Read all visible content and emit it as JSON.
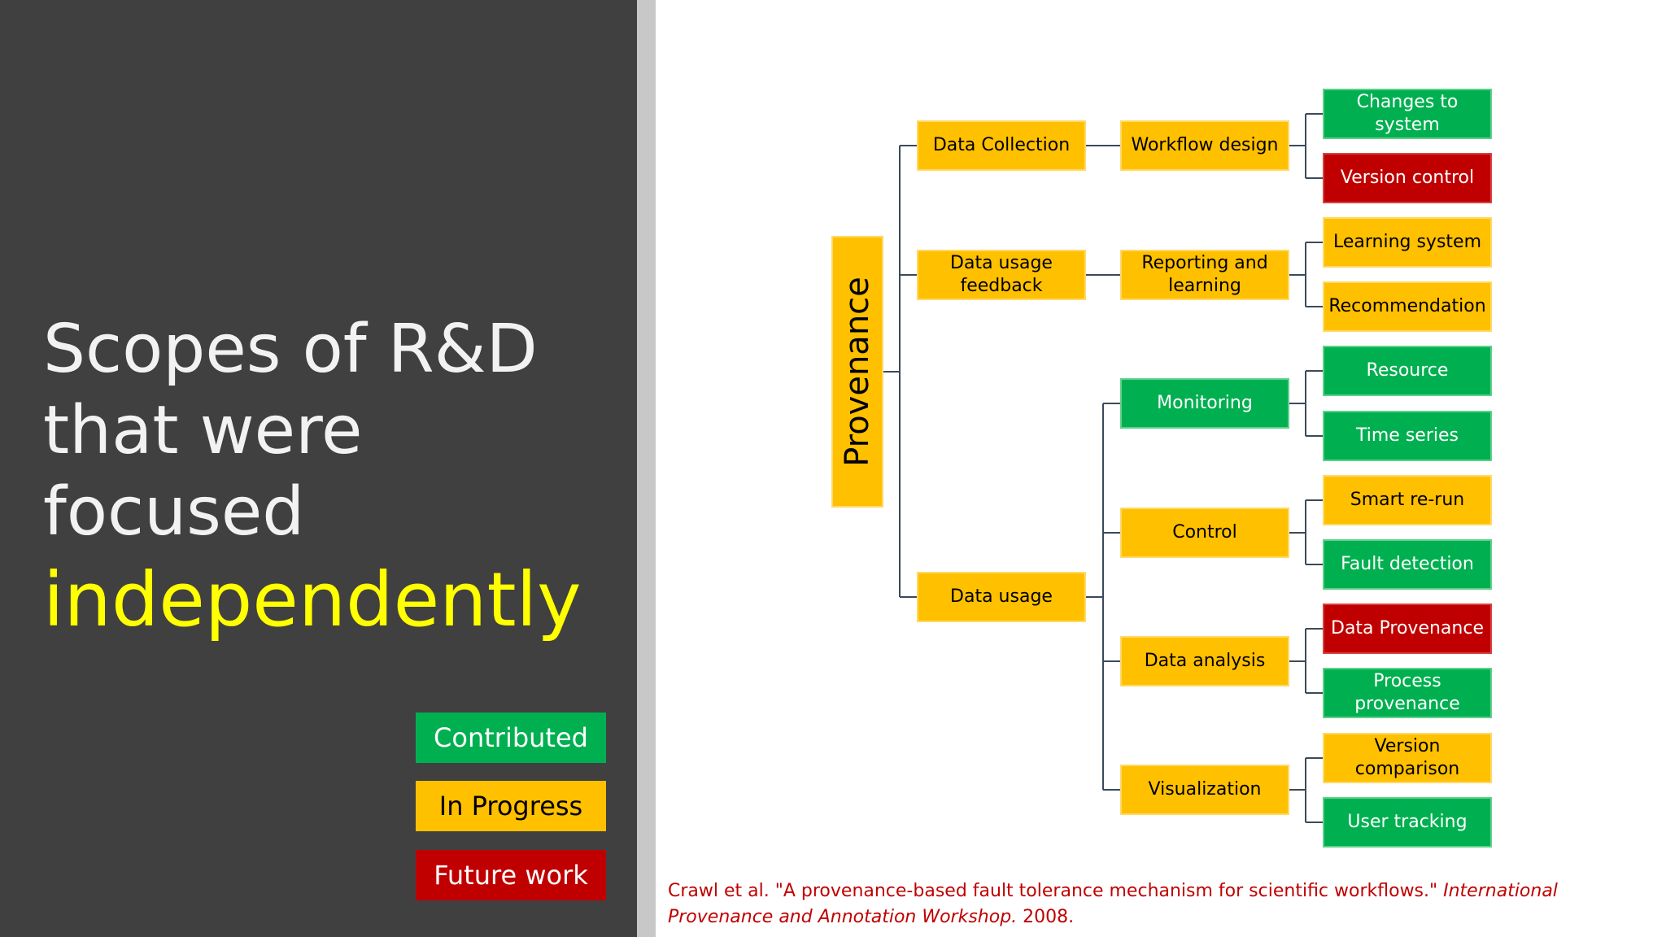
{
  "slide": {
    "title_lines": [
      "Scopes of R&D",
      "that were",
      "focused"
    ],
    "title_highlight": "independently"
  },
  "legend": {
    "contributed": "Contributed",
    "in_progress": "In Progress",
    "future_work": "Future work"
  },
  "colors": {
    "contributed": "#00b050",
    "in_progress": "#ffc000",
    "future_work": "#c00000",
    "highlight": "#ffff00"
  },
  "tree": {
    "root": {
      "label": "Provenance",
      "status": "in_progress"
    },
    "level1": [
      {
        "label": "Data Collection",
        "status": "in_progress"
      },
      {
        "label": "Data usage\nfeedback",
        "status": "in_progress"
      },
      {
        "label": "Data usage",
        "status": "in_progress"
      }
    ],
    "level2": [
      {
        "label": "Workflow design",
        "status": "in_progress",
        "parent": 0
      },
      {
        "label": "Reporting and\nlearning",
        "status": "in_progress",
        "parent": 1
      },
      {
        "label": "Monitoring",
        "status": "contributed",
        "parent": 2
      },
      {
        "label": "Control",
        "status": "in_progress",
        "parent": 2
      },
      {
        "label": "Data analysis",
        "status": "in_progress",
        "parent": 2
      },
      {
        "label": "Visualization",
        "status": "in_progress",
        "parent": 2
      }
    ],
    "level3": [
      {
        "label": "Changes to system",
        "status": "contributed",
        "parent": 0
      },
      {
        "label": "Version control",
        "status": "future_work",
        "parent": 0
      },
      {
        "label": "Learning system",
        "status": "in_progress",
        "parent": 1
      },
      {
        "label": "Recommendation",
        "status": "in_progress",
        "parent": 1
      },
      {
        "label": "Resource",
        "status": "contributed",
        "parent": 2
      },
      {
        "label": "Time series",
        "status": "contributed",
        "parent": 2
      },
      {
        "label": "Smart re-run",
        "status": "in_progress",
        "parent": 3
      },
      {
        "label": "Fault detection",
        "status": "contributed",
        "parent": 3
      },
      {
        "label": "Data Provenance",
        "status": "future_work",
        "parent": 4
      },
      {
        "label": "Process\nprovenance",
        "status": "contributed",
        "parent": 4
      },
      {
        "label": "Version comparison",
        "status": "in_progress",
        "parent": 5
      },
      {
        "label": "User tracking",
        "status": "contributed",
        "parent": 5
      }
    ]
  },
  "citation": {
    "authors": "Crawl et al. ",
    "title": "\"A provenance-based fault tolerance mechanism for scientific workflows.\" ",
    "venue": "International Provenance and Annotation Workshop.",
    "year": " 2008."
  }
}
